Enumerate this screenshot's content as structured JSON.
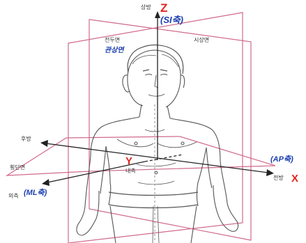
{
  "labels": {
    "superior": "상방",
    "z_axis": "Z",
    "si_axis": "(SI축)",
    "coronal_plane": "전두면",
    "coronal_handwritten": "관상면",
    "sagittal_plane": "시상면",
    "posterior": "후방",
    "y_axis": "Y",
    "medial": "내측",
    "ap_axis": "(AP축)",
    "transverse_plane": "횡단면",
    "anterior": "전방",
    "x_axis": "X",
    "lateral": "외측",
    "ml_axis": "(ML축)"
  },
  "colors": {
    "plane_lines": "#d06a8a",
    "axis_lines": "#222222",
    "axis_letters": "#e0261f",
    "handwriting": "#1d3fb0",
    "figure_lines": "#555555"
  }
}
